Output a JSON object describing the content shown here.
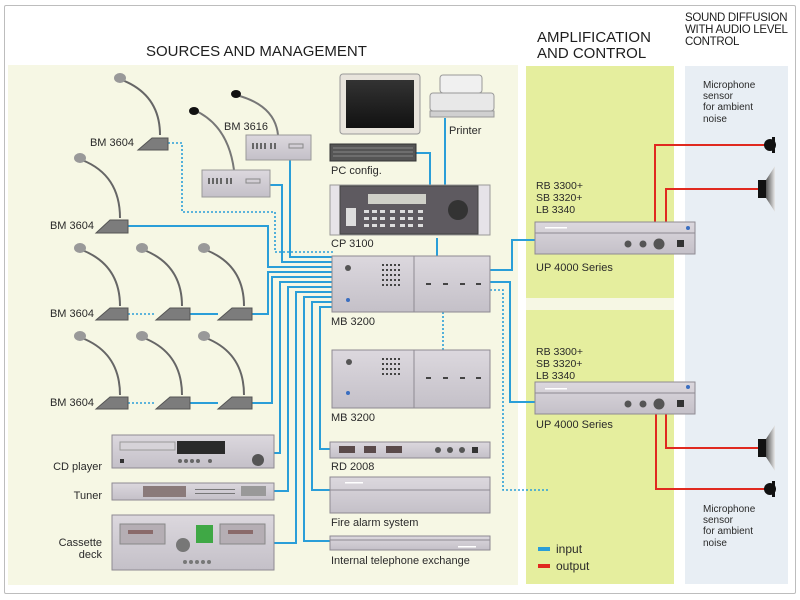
{
  "sections": {
    "sources": "SOURCES AND MANAGEMENT",
    "amplification": "AMPLIFICATION\nAND CONTROL",
    "diffusion": "SOUND DIFFUSION\nWITH AUDIO LEVEL\nCONTROL"
  },
  "devices": {
    "bm3604_a": "BM 3604",
    "bm3604_b": "BM 3604",
    "bm3604_c": "BM 3604",
    "bm3604_d": "BM 3604",
    "bm3616": "BM 3616",
    "pc": "PC config.",
    "printer": "Printer",
    "cp3100": "CP 3100",
    "mb3200_a": "MB 3200",
    "mb3200_b": "MB 3200",
    "rd2008": "RD 2008",
    "fire": "Fire alarm system",
    "phone": "Internal telephone exchange",
    "cd": "CD player",
    "tuner": "Tuner",
    "cassette": "Cassette\ndeck"
  },
  "amplifiers": [
    {
      "models": "RB 3300+\nSB 3320+\nLB 3340",
      "series": "UP 4000 Series"
    },
    {
      "models": "RB 3300+\nSB 3320+\nLB 3340",
      "series": "UP 4000 Series"
    }
  ],
  "sensors": [
    "Microphone\nsensor\nfor ambient\nnoise",
    "Microphone\nsensor\nfor ambient\nnoise"
  ],
  "legend": [
    {
      "label": "input",
      "color": "#2a9ed8"
    },
    {
      "label": "output",
      "color": "#e0291f"
    }
  ],
  "colors": {
    "input": "#2a9ed8",
    "output": "#e0291f",
    "sources_bg": "#f6f7e4",
    "amp_bg": "#e5ee9e",
    "diffusion_bg": "#e8eef4"
  }
}
